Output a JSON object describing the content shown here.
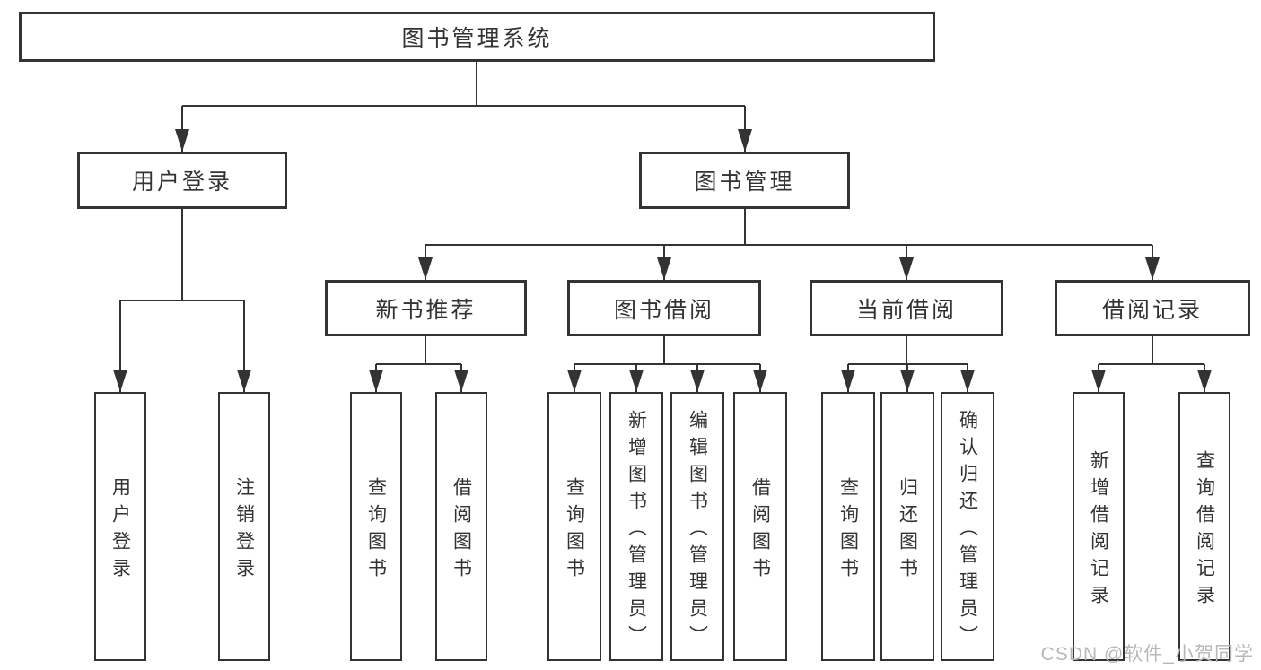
{
  "tree": {
    "root": {
      "label": "图书管理系统"
    },
    "branches": [
      {
        "label": "用户登录",
        "leaves": [
          {
            "label": "用户登录"
          },
          {
            "label": "注销登录"
          }
        ]
      },
      {
        "label": "图书管理",
        "groups": [
          {
            "label": "新书推荐",
            "leaves": [
              {
                "label": "查询图书"
              },
              {
                "label": "借阅图书"
              }
            ]
          },
          {
            "label": "图书借阅",
            "leaves": [
              {
                "label": "查询图书"
              },
              {
                "label": "新增图书（管理员）"
              },
              {
                "label": "编辑图书（管理员）"
              },
              {
                "label": "借阅图书"
              }
            ]
          },
          {
            "label": "当前借阅",
            "leaves": [
              {
                "label": "查询图书"
              },
              {
                "label": "归还图书"
              },
              {
                "label": "确认归还（管理员）"
              }
            ]
          },
          {
            "label": "借阅记录",
            "leaves": [
              {
                "label": "新增借阅记录"
              },
              {
                "label": "查询借阅记录"
              }
            ]
          }
        ]
      }
    ]
  },
  "watermark": {
    "text": "CSDN @软件_小贺同学"
  },
  "colors": {
    "line": "#333333",
    "text": "#333333",
    "watermark": "#b8b8b8",
    "background": "#ffffff"
  }
}
